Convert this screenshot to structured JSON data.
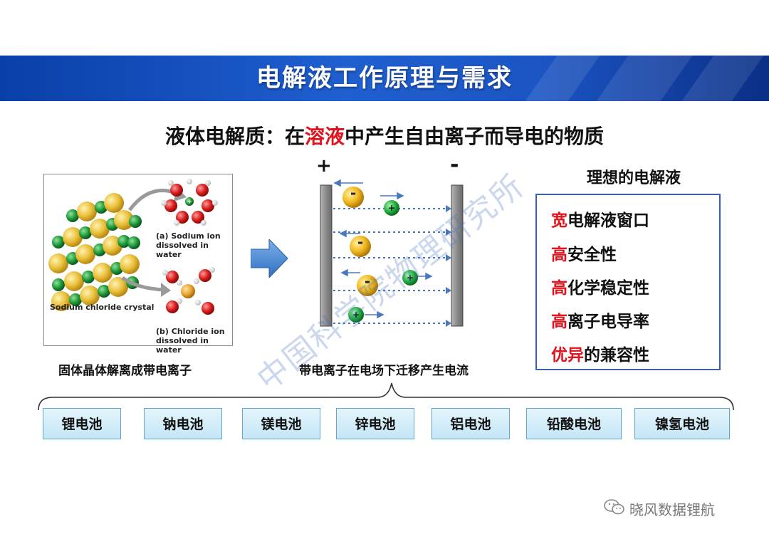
{
  "banner": {
    "title": "电解液工作原理与需求"
  },
  "subtitle": {
    "prefix": "液体电解质：在",
    "highlight": "溶液",
    "suffix": "中产生自由离子而导电的物质"
  },
  "crystal_figure": {
    "label_a_tag": "(a)",
    "label_a_line1": "Sodium ion",
    "label_a_line2": "dissolved in water",
    "label_crystal": "Sodium chloride crystal",
    "label_b_tag": "(b)",
    "label_b_line1": "Chloride ion",
    "label_b_line2": "dissolved in water"
  },
  "captions": {
    "left": "固体晶体解离成带电离子",
    "middle": "带电离子在电场下迁移产生电流"
  },
  "electrodes": {
    "positive": "+",
    "negative": "-"
  },
  "ideal": {
    "title": "理想的电解液",
    "items": [
      {
        "hi": "宽",
        "rest": "电解液窗口"
      },
      {
        "hi": "高",
        "rest": "安全性"
      },
      {
        "hi": "高",
        "rest": "化学稳定性"
      },
      {
        "hi": "高",
        "rest": "离子电导率"
      },
      {
        "hi": "优异",
        "rest": "的兼容性"
      }
    ]
  },
  "batteries": [
    "锂电池",
    "钠电池",
    "镁电池",
    "锌电池",
    "铝电池",
    "铅酸电池",
    "镍氢电池"
  ],
  "watermark": "中国科学院物理研究所",
  "brand": {
    "icon": "wechat-icon",
    "name": "晓风数据锂航"
  },
  "colors": {
    "banner": "#1f5fd0",
    "highlight": "#e0141e",
    "box_border": "#3b5fa8"
  }
}
